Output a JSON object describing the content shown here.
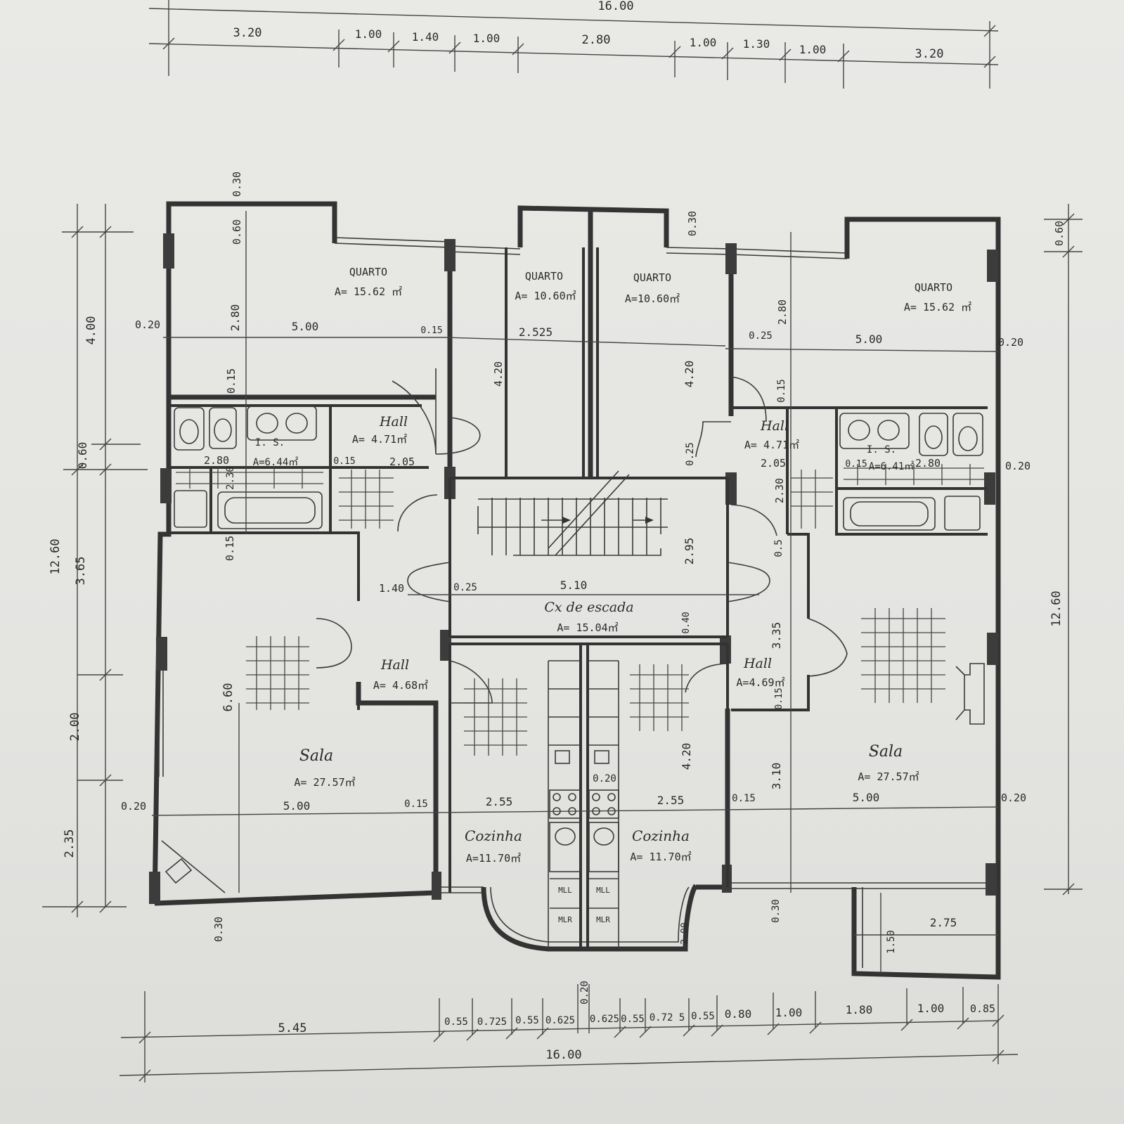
{
  "dims_top": {
    "total": "16.00",
    "parts": [
      "3.20",
      "1.00",
      "1.40",
      "1.00",
      "2.80",
      "1.00",
      "1.30",
      "1.00",
      "3.20"
    ]
  },
  "dims_bottom": {
    "total": "16.00",
    "left": "5.45",
    "parts": [
      "0.55",
      "0.725",
      "0.55",
      "0.625",
      "0.20",
      "0.625",
      "0.55",
      "0.72 5",
      "0.55",
      "0.80",
      "1.00",
      "1.80",
      "1.00",
      "0.85"
    ]
  },
  "dims_left": {
    "total": "12.60",
    "outer": [
      "4.00",
      "0.60",
      "3.65",
      "2.00",
      "2.35"
    ],
    "inner": [
      "0.30",
      "0.60",
      "2.80",
      "0.15",
      "2.80",
      "2.30",
      "0.15",
      "6.60",
      "0.30"
    ],
    "small": [
      "0.20",
      "0.20"
    ]
  },
  "dims_right": {
    "total": "12.60",
    "top": "0.60",
    "small": [
      "0.20",
      "0.20",
      "0.20"
    ]
  },
  "interior_dims": {
    "q_left_w": "5.00",
    "q_left_015": "0.15",
    "q_mid": "2.525",
    "q_mid_h": "4.20",
    "q_mid2_h": "4.20",
    "q_mid_top": "0.30",
    "q_right_w": "5.00",
    "q_right_h": "2.80",
    "q_right_025": "0.25",
    "q_right_015": "0.15",
    "is_left_w": "2.80",
    "is_left_015": "0.15",
    "hall_left_w": "2.05",
    "is_right_w": "2.80",
    "is_right_015": "0.15",
    "hall_right_w": "2.05",
    "r_230": "2.30",
    "r_025": "0.25",
    "r_05": "0.5",
    "stair_h": "2.95",
    "stair_w": "5.10",
    "stair_140": "1.40",
    "stair_025": "0.25",
    "stair_040": "0.40",
    "sala_right_h1": "3.35",
    "sala_right_h2": "3.10",
    "sala_right_015": "0.15",
    "sala_left_w": "5.00",
    "sala_left_015": "0.15",
    "sala_right_w": "5.00",
    "sala_right_015b": "0.15",
    "coz_w": "2.55",
    "coz_w2": "2.55",
    "coz_h": "4.20",
    "coz_020": "0.20",
    "bal_w": "2.75",
    "bal_h": "1.50",
    "bal_030": "0.30",
    "bal_200": "2.00"
  },
  "rooms": {
    "quarto_l": {
      "name": "QUARTO",
      "area": "A= 15.62 ㎡"
    },
    "quarto_ml": {
      "name": "QUARTO",
      "area": "A= 10.60㎡"
    },
    "quarto_mr": {
      "name": "QUARTO",
      "area": "A=10.60㎡"
    },
    "quarto_r": {
      "name": "QUARTO",
      "area": "A= 15.62 ㎡"
    },
    "is_l": {
      "name": "I. S.",
      "area": "A=6.44㎡"
    },
    "is_r": {
      "name": "I. S.",
      "area": "A=6.41㎡"
    },
    "hall_tl": {
      "name": "Hall",
      "area": "A= 4.71㎡"
    },
    "hall_tr": {
      "name": "Hall",
      "area": "A= 4.71㎡"
    },
    "escada": {
      "name": "Cx de escada",
      "area": "A= 15.04㎡"
    },
    "hall_bl": {
      "name": "Hall",
      "area": "A= 4.68㎡"
    },
    "hall_br": {
      "name": "Hall",
      "area": "A=4.69㎡"
    },
    "sala_l": {
      "name": "Sala",
      "area": "A= 27.57㎡"
    },
    "sala_r": {
      "name": "Sala",
      "area": "A= 27.57㎡"
    },
    "cozinha_l": {
      "name": "Cozinha",
      "area": "A=11.70㎡"
    },
    "cozinha_r": {
      "name": "Cozinha",
      "area": "A= 11.70㎡"
    }
  },
  "appliances": {
    "mll": "MLL",
    "mlr": "MLR"
  }
}
